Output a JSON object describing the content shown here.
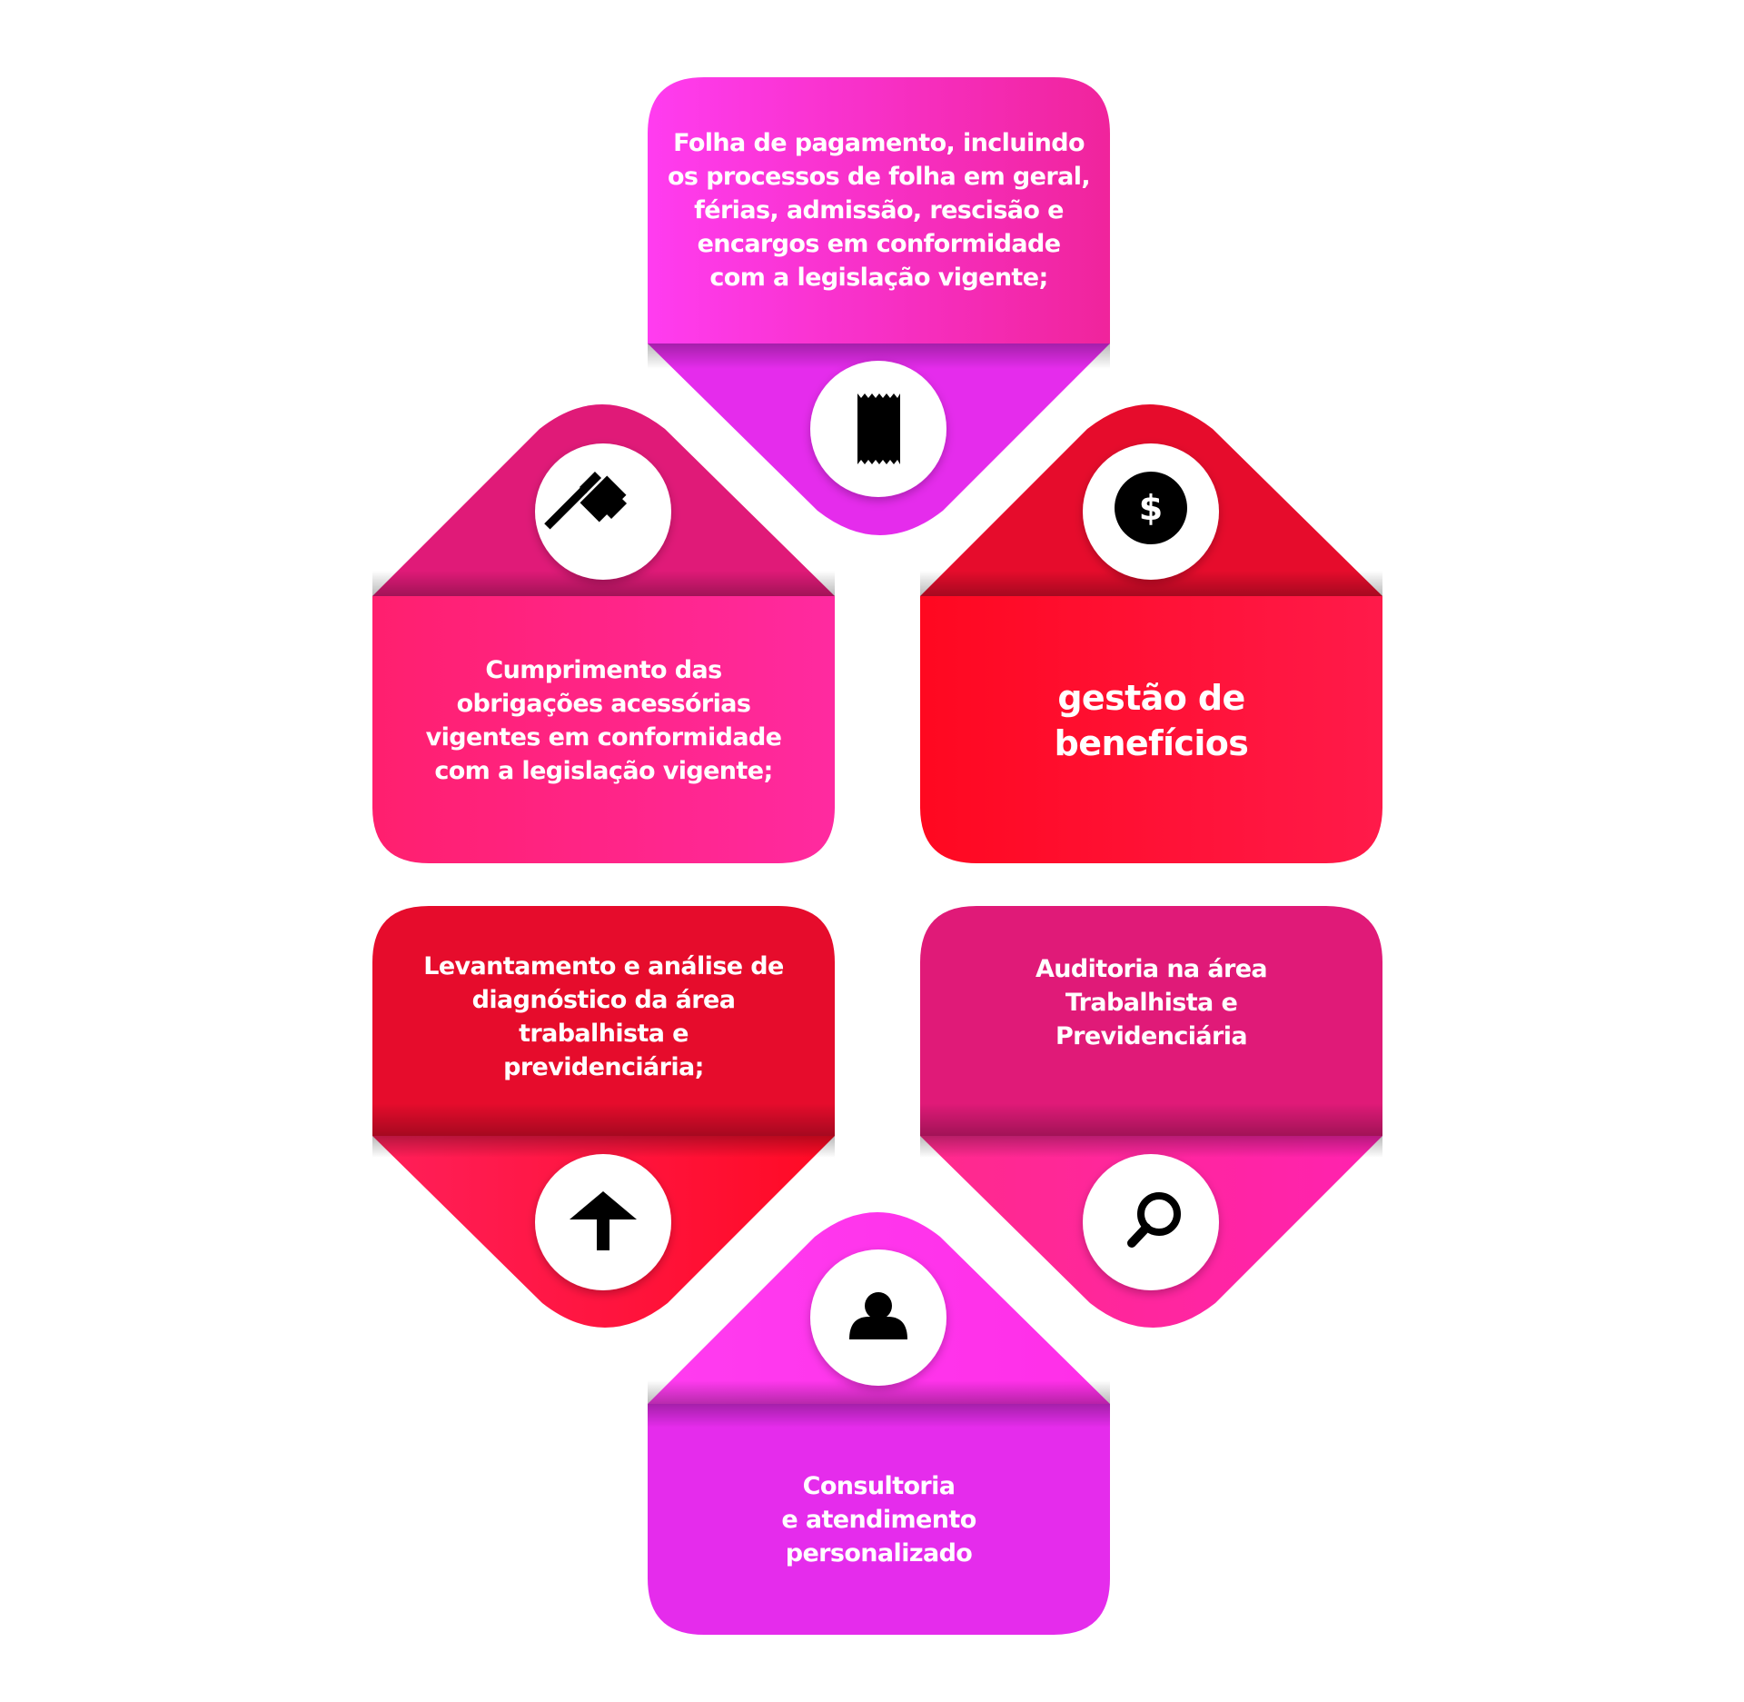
{
  "cards": [
    {
      "id": "payroll",
      "text": "Folha de pagamento, incluindo\nos processos de folha em geral,\nférias, admissão, rescisão e\nencargos em conformidade\ncom a legislação vigente;",
      "icon": "receipt-icon",
      "colors": [
        "#ff3cf0",
        "#f0249c"
      ],
      "tab_color": "#e52cec"
    },
    {
      "id": "obligations",
      "text": "Cumprimento das\nobrigações acessórias\nvigentes em conformidade\ncom a legislação vigente;",
      "icon": "gavel-icon",
      "colors": [
        "#ff1f6e",
        "#ff2aa0"
      ],
      "tab_color": "#e01a78"
    },
    {
      "id": "benefits",
      "text": "gestão de\nbenefícios",
      "icon": "dollar-icon",
      "colors": [
        "#ff0820",
        "#ff1a4a"
      ],
      "tab_color": "#e60c2c"
    },
    {
      "id": "survey",
      "text": "Levantamento e análise de\ndiagnóstico da área\ntrabalhista e\nprevidenciária;",
      "icon": "arrow-up-icon",
      "colors": [
        "#e60c2c",
        "#e60c2c"
      ],
      "tab_color": "#ff1740"
    },
    {
      "id": "audit",
      "text": "Auditoria na área\nTrabalhista e\nPrevidenciária",
      "icon": "magnifier-icon",
      "colors": [
        "#e01a78",
        "#e01a78"
      ],
      "tab_color": "#ff22a0"
    },
    {
      "id": "consulting",
      "text": "Consultoria\ne atendimento\npersonalizado",
      "icon": "person-icon",
      "colors": [
        "#e52cec",
        "#e52cec"
      ],
      "tab_color": "#ff3cf0"
    }
  ]
}
